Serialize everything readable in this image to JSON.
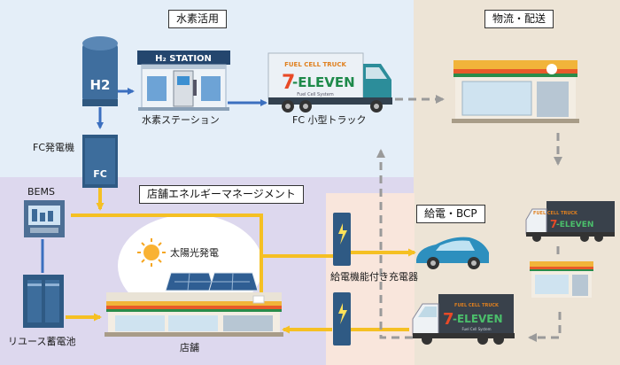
{
  "sections": {
    "hydrogen_use": "水素活用",
    "logistics": "物流・配送",
    "energy_management": "店舗エネルギーマネージメント",
    "power_bcp": "給電・BCP"
  },
  "labels": {
    "h2_tank": "H2",
    "h2_station_sign": "H₂ STATION",
    "hydrogen_station": "水素ステーション",
    "fc_small_truck": "FC 小型トラック",
    "fc_generator": "FC発電機",
    "fc_unit": "FC",
    "bems": "BEMS",
    "solar_power": "太陽光発電",
    "reuse_battery": "リユース蓄電池",
    "store": "店舗",
    "charger_with_power_supply": "給電機能付き充電器"
  },
  "truck": {
    "top_line": "FUEL CELL TRUCK",
    "brand_number": "7",
    "brand_rest": "-ELEVEN",
    "sub_line": "Fuel Cell System"
  },
  "colors": {
    "blue_arrow": "#3b6fbf",
    "yellow_flow": "#f5c023",
    "gray_dashed": "#9a9a9a",
    "top_left_bg": "#e4eef8",
    "right_bg": "#ede4d6",
    "left_bottom_bg": "#ddd8ee",
    "bcp_bg": "#f9e6dc"
  }
}
